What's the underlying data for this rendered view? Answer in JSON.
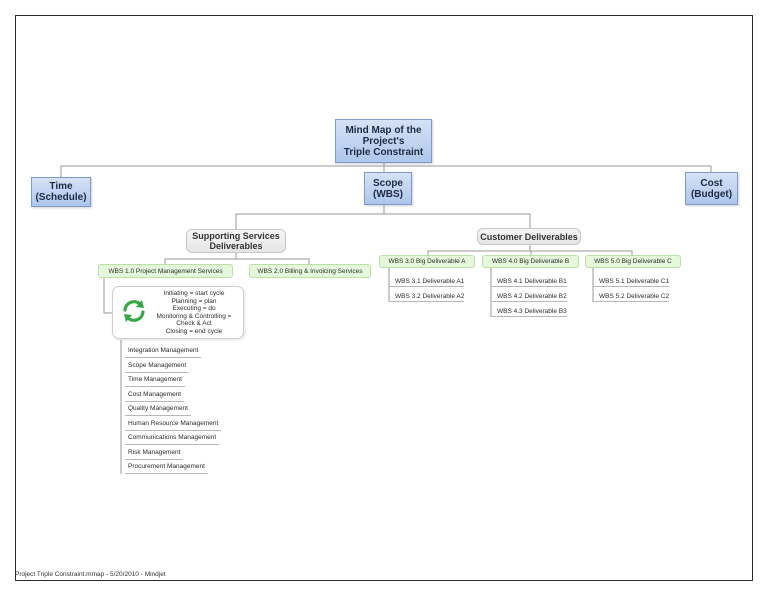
{
  "root": {
    "lines": [
      "Mind Map of the",
      "Project's",
      "Triple Constraint"
    ]
  },
  "branches": {
    "time": {
      "lines": [
        "Time",
        "(Schedule)"
      ]
    },
    "scope": {
      "lines": [
        "Scope",
        "(WBS)"
      ]
    },
    "cost": {
      "lines": [
        "Cost",
        "(Budget)"
      ]
    }
  },
  "groups": {
    "supporting": {
      "lines": [
        "Supporting Services",
        "Deliverables"
      ]
    },
    "customer": {
      "label": "Customer Deliverables"
    }
  },
  "supporting_items": [
    {
      "label": "WBS 1.0 Project Management Services"
    },
    {
      "label": "WBS 2.0 Billing & Invoicing Services"
    }
  ],
  "callout": {
    "icon": "cycle-arrows-icon",
    "lines": [
      "Initiating = start cycle",
      "Planning = plan",
      "Executing = do",
      "Monitoring & Controlling =",
      "Check & Act",
      "Closing = end cycle"
    ]
  },
  "pm_areas": [
    "Integration Management",
    "Scope Management",
    "Time Management",
    "Cost Management",
    "Quality Management",
    "Human Resource Management",
    "Communications Management",
    "Risk Management",
    "Procurement Management"
  ],
  "deliverables": [
    {
      "label": "WBS 3.0 Big Deliverable A",
      "children": [
        "WBS 3.1 Deliverable A1",
        "WBS 3.2 Deliverable A2"
      ]
    },
    {
      "label": "WBS 4.0 Big Deliverable B",
      "children": [
        "WBS 4.1 Deliverable B1",
        "WBS 4.2 Deliverable B2",
        "WBS 4.3 Deliverable B3"
      ]
    },
    {
      "label": "WBS 5.0 Big Deliverable C",
      "children": [
        "WBS 5.1 Deliverable C1",
        "WBS 5.2 Deliverable C2"
      ]
    }
  ],
  "footer": "Project Triple Constraint.mmap - 5/20/2010 - Mindjet",
  "colors": {
    "main_topic": "#b9cfef",
    "group_topic": "#ececec",
    "wbs_topic": "#e5f8dc",
    "connector": "#9a9a9a"
  }
}
